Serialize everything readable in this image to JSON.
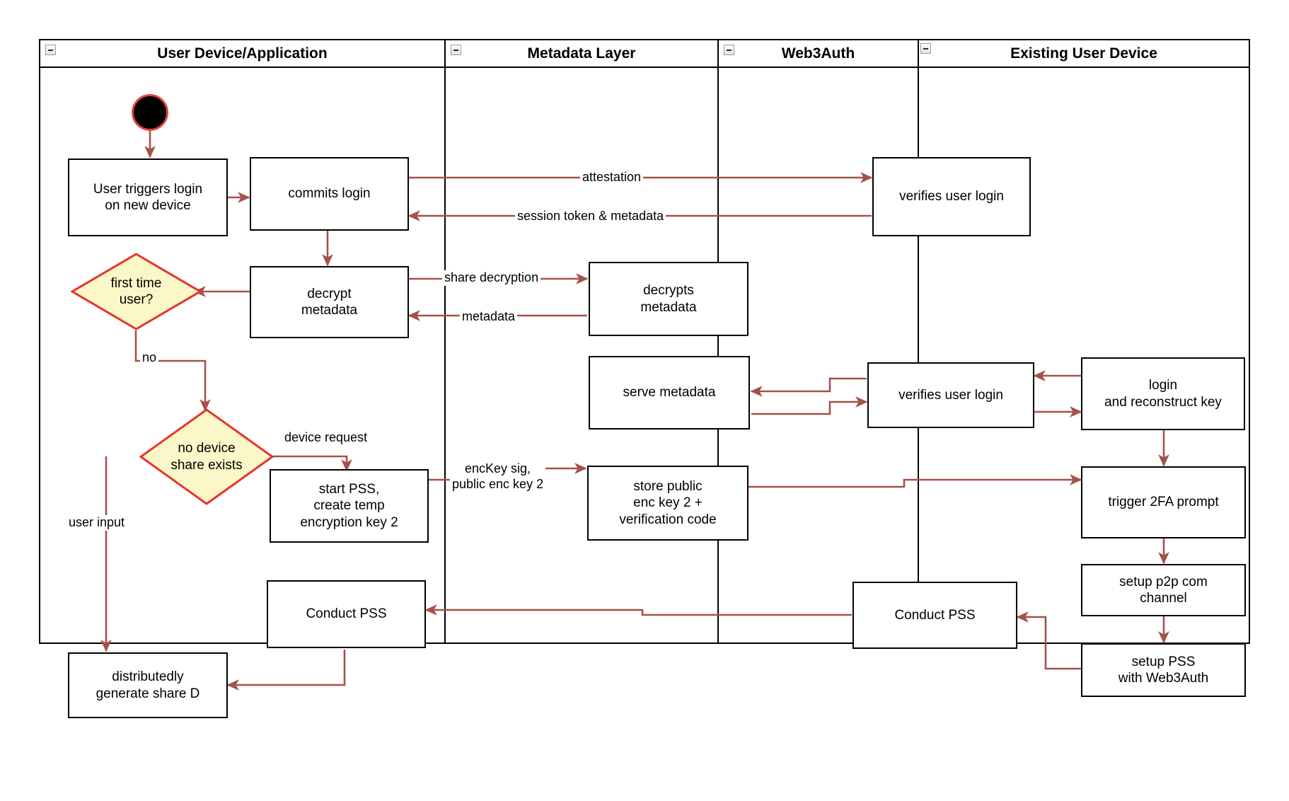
{
  "diagram": {
    "title": "Web3Auth new-device login and PSS flow",
    "type": "swimlane-activity-diagram",
    "colors": {
      "connector": "#a4524a",
      "decision_fill": "#fbf7c8",
      "decision_stroke": "#e8342a",
      "node_stroke": "#000000",
      "lane_stroke": "#000000",
      "start_fill": "#000000",
      "start_stroke": "#e8453c",
      "text": "#000000",
      "background": "#ffffff"
    },
    "lanes": [
      {
        "id": "lane-user-device",
        "label": "User Device/Application",
        "collapse_icon": "collapse-minus-icon"
      },
      {
        "id": "lane-metadata",
        "label": "Metadata Layer",
        "collapse_icon": "collapse-minus-icon"
      },
      {
        "id": "lane-web3auth",
        "label": "Web3Auth",
        "collapse_icon": "collapse-minus-icon"
      },
      {
        "id": "lane-existing-device",
        "label": "Existing User Device",
        "collapse_icon": "collapse-minus-icon"
      }
    ],
    "nodes": [
      {
        "id": "start",
        "kind": "start",
        "label": ""
      },
      {
        "id": "user-triggers-login",
        "kind": "action",
        "label": "User triggers login\non new device"
      },
      {
        "id": "commits-login",
        "kind": "action",
        "label": "commits login"
      },
      {
        "id": "verifies-user-login-1",
        "kind": "action",
        "label": "verifies user login"
      },
      {
        "id": "decrypt-metadata",
        "kind": "action",
        "label": "decrypt\nmetadata"
      },
      {
        "id": "decrypts-metadata",
        "kind": "action",
        "label": "decrypts\nmetadata"
      },
      {
        "id": "first-time-user",
        "kind": "decision",
        "label": "first time\nuser?"
      },
      {
        "id": "serve-metadata",
        "kind": "action",
        "label": "serve metadata"
      },
      {
        "id": "verifies-user-login-2",
        "kind": "action",
        "label": "verifies user login"
      },
      {
        "id": "login-and-reconstruct-key",
        "kind": "action",
        "label": "login\nand reconstruct key"
      },
      {
        "id": "no-device-share-exists",
        "kind": "decision",
        "label": "no device\nshare exists"
      },
      {
        "id": "start-pss-create-temp-key",
        "kind": "action",
        "label": "start PSS,\ncreate temp\nencryption key 2"
      },
      {
        "id": "store-public-enc-key",
        "kind": "action",
        "label": "store public\nenc key 2 +\nverification code"
      },
      {
        "id": "trigger-2fa-prompt",
        "kind": "action",
        "label": "trigger 2FA prompt"
      },
      {
        "id": "setup-p2p-com-channel",
        "kind": "action",
        "label": "setup p2p com\nchannel"
      },
      {
        "id": "conduct-pss-user",
        "kind": "action",
        "label": "Conduct PSS"
      },
      {
        "id": "conduct-pss-web3auth",
        "kind": "action",
        "label": "Conduct PSS"
      },
      {
        "id": "setup-pss-with-web3auth",
        "kind": "action",
        "label": "setup PSS\nwith Web3Auth"
      },
      {
        "id": "distributedly-generate-share-d",
        "kind": "action",
        "label": "distributedly\ngenerate share D"
      }
    ],
    "edge_labels": [
      {
        "id": "attestation",
        "text": "attestation"
      },
      {
        "id": "session-token-metadata",
        "text": "session token & metadata"
      },
      {
        "id": "share-decryption",
        "text": "share decryption"
      },
      {
        "id": "metadata",
        "text": "metadata"
      },
      {
        "id": "no",
        "text": "no"
      },
      {
        "id": "device-request",
        "text": "device request"
      },
      {
        "id": "user-input",
        "text": "user input"
      },
      {
        "id": "enckey-sig-public-enc-key-2",
        "text": "encKey sig,\npublic enc key 2"
      }
    ]
  }
}
